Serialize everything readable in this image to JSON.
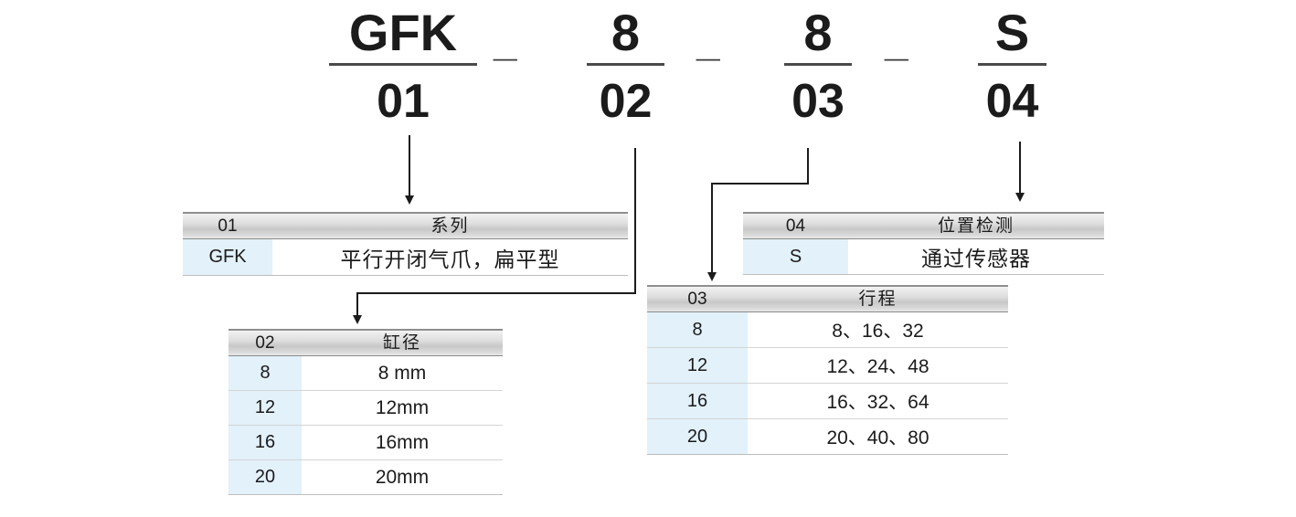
{
  "model_code": {
    "parts": [
      {
        "code": "GFK",
        "index": "01"
      },
      {
        "code": "8",
        "index": "02"
      },
      {
        "code": "8",
        "index": "03"
      },
      {
        "code": "S",
        "index": "04"
      }
    ],
    "separator": "_"
  },
  "tables": {
    "t01": {
      "header": {
        "key": "01",
        "value": "系列"
      },
      "rows": [
        {
          "key": "GFK",
          "value": "平行开闭气爪，扁平型"
        }
      ]
    },
    "t02": {
      "header": {
        "key": "02",
        "value": "缸径"
      },
      "rows": [
        {
          "key": "8",
          "value": "8 mm"
        },
        {
          "key": "12",
          "value": "12mm"
        },
        {
          "key": "16",
          "value": "16mm"
        },
        {
          "key": "20",
          "value": "20mm"
        }
      ]
    },
    "t03": {
      "header": {
        "key": "03",
        "value": "行程"
      },
      "rows": [
        {
          "key": "8",
          "value": "8、16、32"
        },
        {
          "key": "12",
          "value": "12、24、48"
        },
        {
          "key": "16",
          "value": "16、32、64"
        },
        {
          "key": "20",
          "value": "20、40、80"
        }
      ]
    },
    "t04": {
      "header": {
        "key": "04",
        "value": "位置检测"
      },
      "rows": [
        {
          "key": "S",
          "value": "通过传感器"
        }
      ]
    }
  },
  "colors": {
    "key_cell": "#e2f1fa",
    "header_gray": "#c8c8c8",
    "line": "#1b1b1b",
    "text": "#1b1b1b"
  }
}
